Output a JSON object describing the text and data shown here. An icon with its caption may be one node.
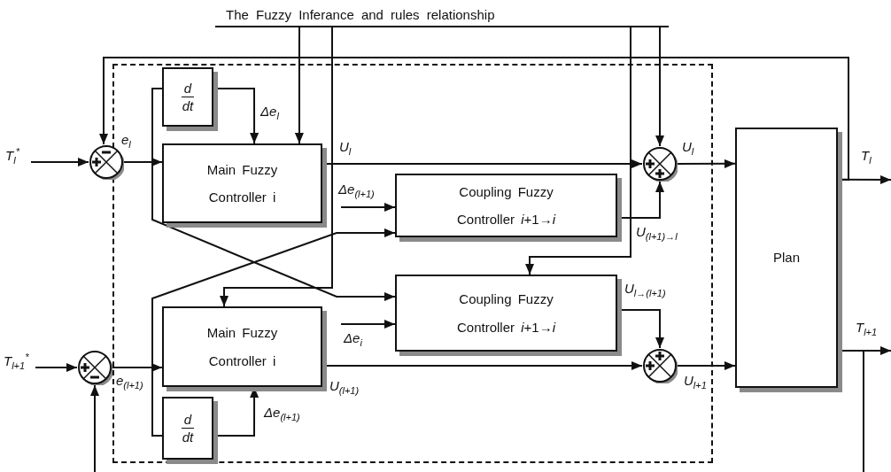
{
  "diagram": {
    "nodes": [
      {
        "text": [],
        "shape": "box"
      },
      {
        "text": [
          "The Fuzzy Inferance and rules relationship"
        ]
      },
      {
        "text": [],
        "shape": "circle"
      },
      {
        "text": [
          "d",
          "dt"
        ],
        "in": 0
      },
      {
        "text": [
          "Main Fuzzy Controller i"
        ],
        "in": 0
      },
      {
        "text": [
          "Coupling Fuzzy Controller *i*+1→*i*"
        ],
        "in": 0
      },
      {
        "text": [],
        "shape": "circle",
        "in": 0
      },
      {
        "text": [
          "Coupling Fuzzy Controller *i*+1→*i*"
        ],
        "in": 0
      },
      {
        "text": [
          "Main Fuzzy Controller i"
        ],
        "in": 0
      },
      {
        "text": [],
        "shape": "circle"
      },
      {
        "text": [
          "d",
          "dt"
        ],
        "in": 0
      },
      {
        "text": [],
        "shape": "circle",
        "in": 0
      },
      {
        "text": [
          "Plan"
        ]
      }
    ],
    "edges": [
      {
        "from": null,
        "to": 2,
        "arrow": "to",
        "label": "T$_{l}$$^{*}$"
      },
      {
        "from": 2,
        "to": 4,
        "arrow": "to",
        "label": "e$_{l}$"
      },
      {
        "from": 2,
        "to": 3,
        "arrow": "none"
      },
      {
        "from": 2,
        "to": 7,
        "arrow": "to"
      },
      {
        "from": 3,
        "to": 4,
        "arrow": "to",
        "label": "Δe$_{l}$"
      },
      {
        "from": 1,
        "to": 4,
        "arrow": "to"
      },
      {
        "from": 1,
        "to": 8,
        "arrow": "to"
      },
      {
        "from": 1,
        "to": 7,
        "arrow": "to"
      },
      {
        "from": 1,
        "to": 6,
        "arrow": "to"
      },
      {
        "from": 4,
        "to": 6,
        "arrow": "to",
        "label": "U$_{l}$"
      },
      {
        "from": null,
        "to": 5,
        "arrow": "to",
        "label": "Δe$_{(l+1)}$"
      },
      {
        "from": 9,
        "to": 5,
        "arrow": "to"
      },
      {
        "from": 5,
        "to": 6,
        "arrow": "to",
        "label": "U$_{(l+1)→l}$"
      },
      {
        "from": 6,
        "to": 12,
        "arrow": "to",
        "label": "U$_{l}$"
      },
      {
        "from": 12,
        "to": null,
        "arrow": "to",
        "label": "T$_{l}$"
      },
      {
        "from": 12,
        "to": 2,
        "arrow": "to"
      },
      {
        "from": null,
        "to": 9,
        "arrow": "to",
        "label": "T$_{l+1}$$^{*}$"
      },
      {
        "from": 9,
        "to": 8,
        "arrow": "to",
        "label": "e$_{(l+1)}$"
      },
      {
        "from": 9,
        "to": 10,
        "arrow": "none"
      },
      {
        "from": 10,
        "to": 8,
        "arrow": "to",
        "label": "Δe$_{(l+1)}$"
      },
      {
        "from": null,
        "to": 7,
        "arrow": "to",
        "label": "Δe$_{i}$"
      },
      {
        "from": 7,
        "to": 11,
        "arrow": "to",
        "label": "U$_{l→(l+1)}$"
      },
      {
        "from": 8,
        "to": 11,
        "arrow": "to",
        "label": "U$_{(l+1)}$"
      },
      {
        "from": 11,
        "to": 12,
        "arrow": "to",
        "label": "U$_{l+1}$"
      },
      {
        "from": 12,
        "to": null,
        "arrow": "to",
        "label": "T$_{l+1}$"
      },
      {
        "from": 12,
        "to": null,
        "arrow": "none"
      },
      {
        "from": null,
        "to": 9,
        "arrow": "to"
      }
    ]
  }
}
